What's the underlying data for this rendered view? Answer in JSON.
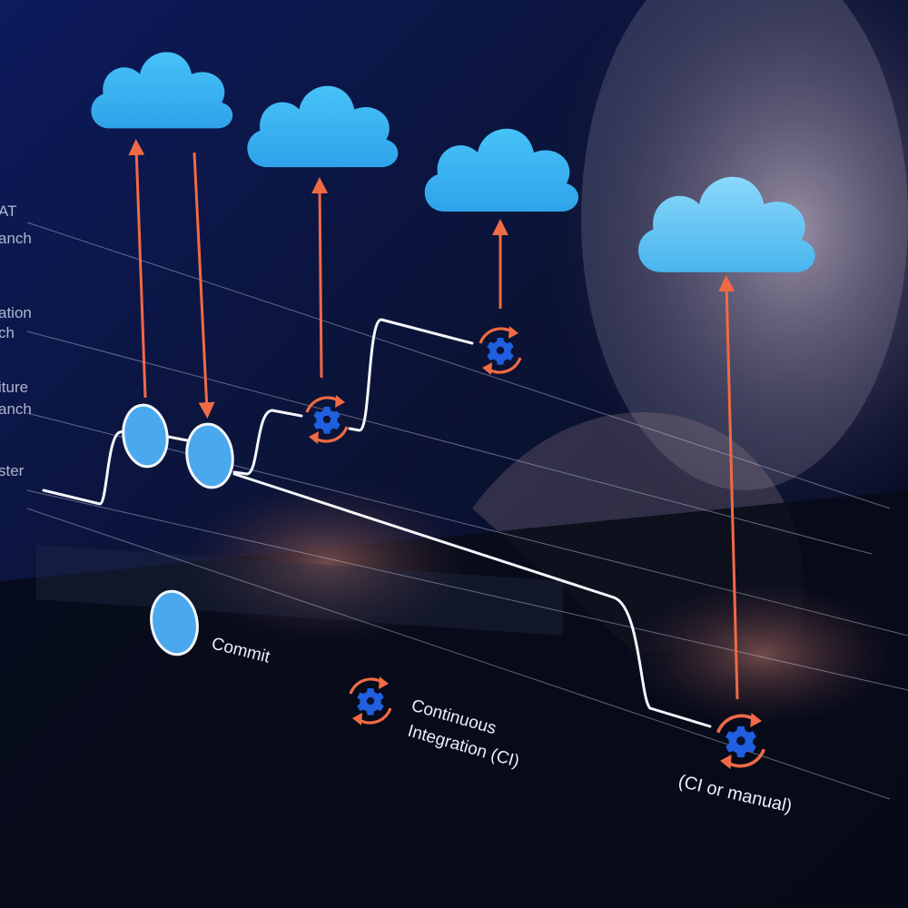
{
  "lanes": {
    "uat_line1": "AT",
    "uat_line2": "anch",
    "integration_line1": "ation",
    "integration_line2": "ch",
    "feature_line1": "iture",
    "feature_line2": "anch",
    "main_label": "ster"
  },
  "legend": {
    "commit": "Commit",
    "ci_line1": "Continuous",
    "ci_line2": "Integration  (CI)",
    "deploy": "(CI or manual)"
  },
  "icons": {
    "cloud": "cloud-icon",
    "gear": "gear-icon",
    "commit": "commit-node-icon"
  },
  "colors": {
    "cloud": "#3fb2ee",
    "arrow": "#f06a45",
    "gear": "#1f5fe0",
    "line": "#f4f6fb",
    "commit": "#4aa9ee"
  }
}
